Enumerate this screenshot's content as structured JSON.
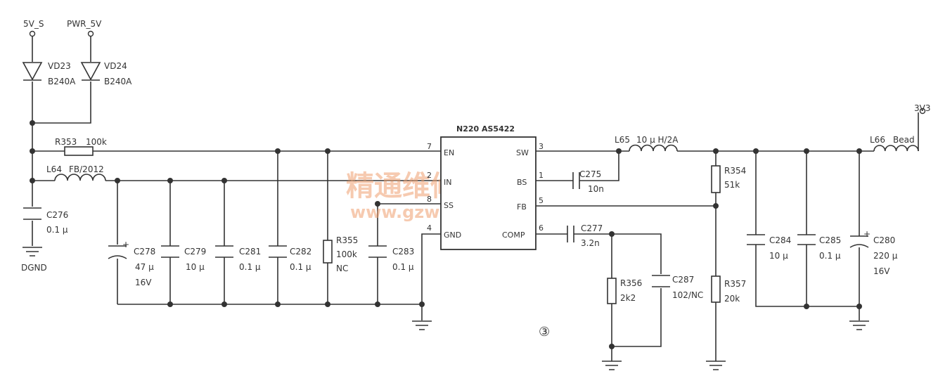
{
  "nets": {
    "v5s": "5V_S",
    "pwr5v": "PWR_5V",
    "v3v3": "3V3",
    "dgnd": "DGND"
  },
  "diodes": [
    {
      "ref": "VD23",
      "part": "B240A"
    },
    {
      "ref": "VD24",
      "part": "B240A"
    }
  ],
  "ic": {
    "title": "N220 AS5422",
    "pins": {
      "en": {
        "name": "EN",
        "num": "7"
      },
      "in": {
        "name": "IN",
        "num": "2"
      },
      "ss": {
        "name": "SS",
        "num": "8"
      },
      "gnd": {
        "name": "GND",
        "num": "4"
      },
      "sw": {
        "name": "SW",
        "num": "3"
      },
      "bs": {
        "name": "BS",
        "num": "1"
      },
      "fb": {
        "name": "FB",
        "num": "5"
      },
      "comp": {
        "name": "COMP",
        "num": "6"
      }
    }
  },
  "resistors": {
    "r353": {
      "ref": "R353",
      "value": "100k"
    },
    "r355": {
      "ref": "R355",
      "value": "100k",
      "note": "NC"
    },
    "r354": {
      "ref": "R354",
      "value": "51k"
    },
    "r357": {
      "ref": "R357",
      "value": "20k"
    },
    "r356": {
      "ref": "R356",
      "value": "2k2"
    }
  },
  "inductors": {
    "l64": {
      "ref": "L64",
      "value": "FB/2012"
    },
    "l65": {
      "ref": "L65",
      "value": "10 μ H/2A"
    },
    "l66": {
      "ref": "L66",
      "value": "Bead"
    }
  },
  "capacitors": {
    "c276": {
      "ref": "C276",
      "value": "0.1 μ"
    },
    "c278": {
      "ref": "C278",
      "value": "47 μ",
      "voltage": "16V"
    },
    "c279": {
      "ref": "C279",
      "value": "10 μ"
    },
    "c281": {
      "ref": "C281",
      "value": "0.1 μ"
    },
    "c282": {
      "ref": "C282",
      "value": "0.1 μ"
    },
    "c283": {
      "ref": "C283",
      "value": "0.1 μ"
    },
    "c275": {
      "ref": "C275",
      "value": "10n"
    },
    "c277": {
      "ref": "C277",
      "value": "3.2n"
    },
    "c287": {
      "ref": "C287",
      "value": "102/NC"
    },
    "c284": {
      "ref": "C284",
      "value": "10 μ"
    },
    "c285": {
      "ref": "C285",
      "value": "0.1 μ"
    },
    "c280": {
      "ref": "C280",
      "value": "220 μ",
      "voltage": "16V"
    }
  },
  "polarity_mark": "+",
  "circle_label": "③",
  "watermark": {
    "line1": "精通维修下载",
    "line2": "www.gzweix.com"
  }
}
